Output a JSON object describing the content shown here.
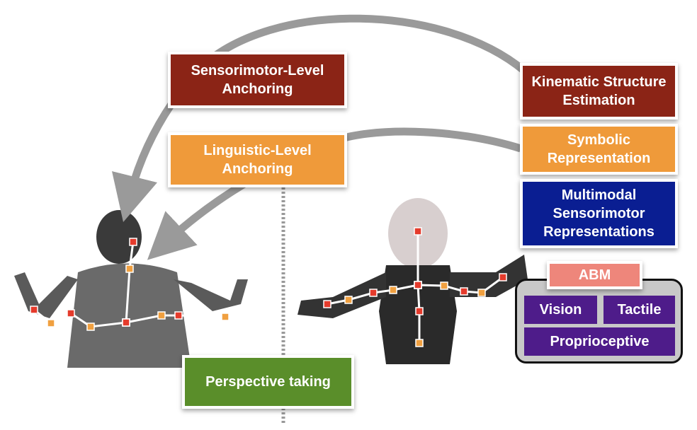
{
  "boxes": {
    "sensorimotor_anchoring": "Sensorimotor-Level Anchoring",
    "linguistic_anchoring": "Linguistic-Level Anchoring",
    "kinematic_estimation": "Kinematic Structure Estimation",
    "symbolic_representation": "Symbolic Representation",
    "multimodal_representations": "Multimodal Sensorimotor Representations",
    "abm": "ABM",
    "vision": "Vision",
    "tactile": "Tactile",
    "proprioceptive": "Proprioceptive",
    "perspective_taking": "Perspective taking"
  },
  "colors": {
    "dark_red": "#8B2416",
    "orange": "#EF9A3A",
    "blue": "#0A1E92",
    "green": "#5A8E2A",
    "purple": "#4E1C8A",
    "salmon": "#EE867B"
  }
}
